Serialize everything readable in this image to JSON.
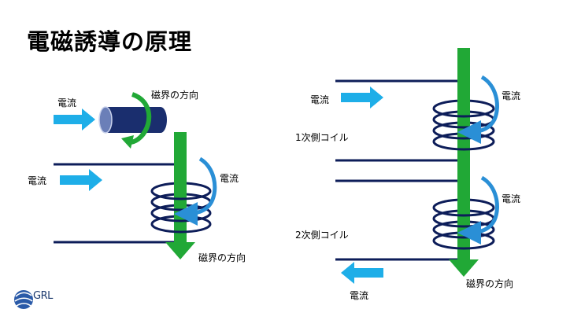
{
  "title": "電磁誘導の原理",
  "colors": {
    "wire": "#0d1d59",
    "current_arrow": "#1eaee8",
    "field_arrow": "#21a836",
    "curl_arrow": "#2a8fd6",
    "magnet_body": "#1a2e6e"
  },
  "left_diagram": {
    "magnet_current_label": "電流",
    "magnet_field_label": "磁界の方向",
    "wire_current_label": "電流",
    "coil_current_label": "電流",
    "field_direction_label": "磁界の方向"
  },
  "right_diagram": {
    "input_current_label": "電流",
    "top_coil_current_label": "電流",
    "primary_coil_label": "1次側コイル",
    "bottom_coil_current_label": "電流",
    "secondary_coil_label": "2次側コイル",
    "field_direction_label": "磁界の方向",
    "output_current_label": "電流"
  },
  "logo": {
    "text": "GRL",
    "icon": "grl-globe-icon"
  }
}
